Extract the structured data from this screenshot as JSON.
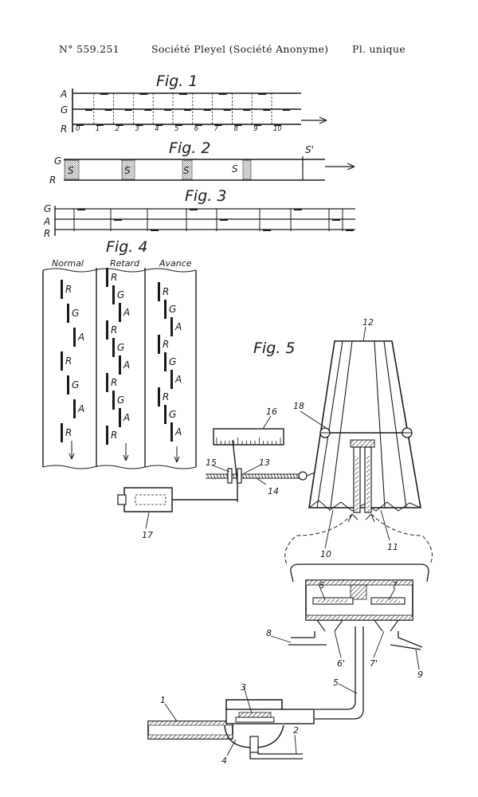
{
  "header": {
    "number": "N° 559.251",
    "company": "Société Pleyel (Société Anonyme)",
    "plate": "Pl. unique"
  },
  "fig1": {
    "title": "Fig. 1",
    "rows": [
      "A",
      "G",
      "R"
    ],
    "ticks": [
      "0",
      "1",
      "2",
      "3",
      "4",
      "5",
      "6",
      "7",
      "8",
      "9",
      "10"
    ]
  },
  "fig2": {
    "title": "Fig. 2",
    "rows": [
      "G",
      "R"
    ],
    "marks": [
      "S",
      "S",
      "S",
      "S",
      "S'"
    ]
  },
  "fig3": {
    "title": "Fig. 3",
    "rows": [
      "G",
      "A",
      "R"
    ]
  },
  "fig4": {
    "title": "Fig. 4",
    "columns": [
      "Normal",
      "Retard",
      "Avance"
    ],
    "col1": [
      "R",
      "G",
      "A",
      "R",
      "G",
      "A",
      "R"
    ],
    "col2": [
      "R",
      "G",
      "A",
      "R",
      "G",
      "A",
      "R",
      "G",
      "A",
      "R"
    ],
    "col3": [
      "R",
      "G",
      "A",
      "R",
      "G",
      "A",
      "R",
      "G",
      "A"
    ]
  },
  "fig5": {
    "title": "Fig. 5",
    "labels": [
      "12",
      "18",
      "16",
      "15",
      "13",
      "14",
      "17",
      "10",
      "11",
      "6",
      "7",
      "8",
      "6'",
      "7'",
      "9",
      "5",
      "3",
      "1",
      "4",
      "2"
    ],
    "scale_ticks": 16
  }
}
